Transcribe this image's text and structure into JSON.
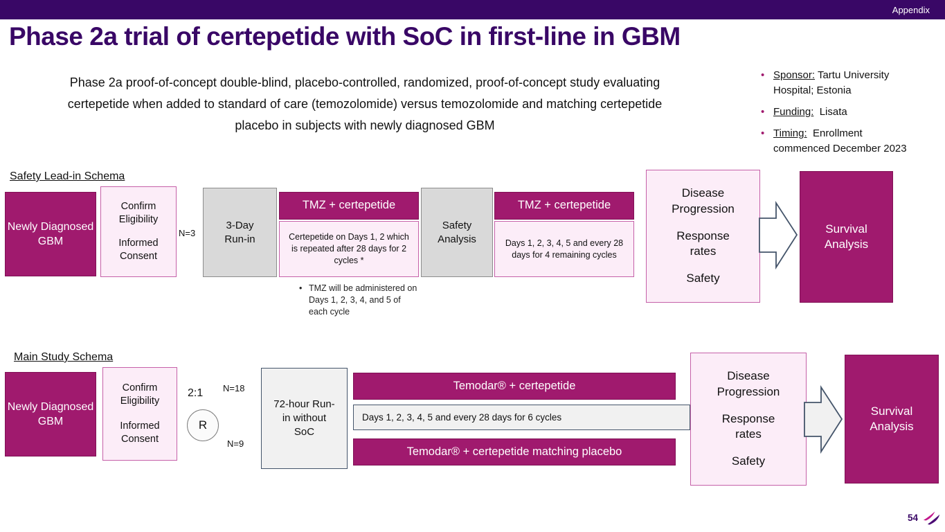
{
  "slide": {
    "appendix_tag": "Appendix",
    "title": "Phase 2a trial of certepetide with SoC in first-line in GBM",
    "subtitle": "Phase 2a proof-of-concept double-blind, placebo-controlled, randomized, proof-of-concept study evaluating certepetide when added to standard of care (temozolomide) versus temozolomide and matching certepetide placebo in subjects with newly diagnosed GBM",
    "page_number": "54"
  },
  "info_bullets": [
    {
      "label": "Sponsor:",
      "text": "Tartu University Hospital; Estonia"
    },
    {
      "label": "Funding:",
      "text": "Lisata"
    },
    {
      "label": "Timing:",
      "text": "Enrollment commenced December 2023"
    }
  ],
  "safety_schema": {
    "heading": "Safety Lead-in Schema",
    "patient_box": "Newly Diagnosed GBM",
    "confirm": "Confirm Eligibility",
    "consent": "Informed Consent",
    "n_label": "N=3",
    "run_in": "3-Day Run-in",
    "arm_header_1": "TMZ + certepetide",
    "arm_body_1": "Certepetide on Days 1, 2 which is repeated after 28 days for 2 cycles *",
    "safety_analysis": "Safety Analysis",
    "arm_header_2": "TMZ + certepetide",
    "arm_body_2": "Days 1, 2, 3, 4, 5 and every 28 days for 4 remaining cycles",
    "footnote": "TMZ will be administered on Days 1, 2, 3, 4, and 5 of each cycle",
    "outcomes": [
      "Disease Progression",
      "Response rates",
      "Safety"
    ],
    "survival": "Survival Analysis"
  },
  "main_schema": {
    "heading": "Main Study Schema",
    "patient_box": "Newly Diagnosed GBM",
    "confirm": "Confirm Eligibility",
    "consent": "Informed Consent",
    "ratio": "2:1",
    "randomization": "R",
    "n_top": "N=18",
    "n_bottom": "N=9",
    "run_in": "72-hour Run-in without SoC",
    "arm_top": "Temodar® + certepetide",
    "dosing": "Days 1, 2, 3, 4, 5 and every 28 days for 6 cycles",
    "arm_bottom": "Temodar® + certepetide matching placebo",
    "outcomes": [
      "Disease Progression",
      "Response rates",
      "Safety"
    ],
    "survival": "Survival Analysis"
  },
  "colors": {
    "magenta": "#A01A6E",
    "dark_purple": "#390766",
    "pink_fill": "#FCEDF8",
    "gray_fill": "#D9D9D9",
    "light_fill": "#F1F1F1",
    "slate_outline": "#44546A"
  }
}
